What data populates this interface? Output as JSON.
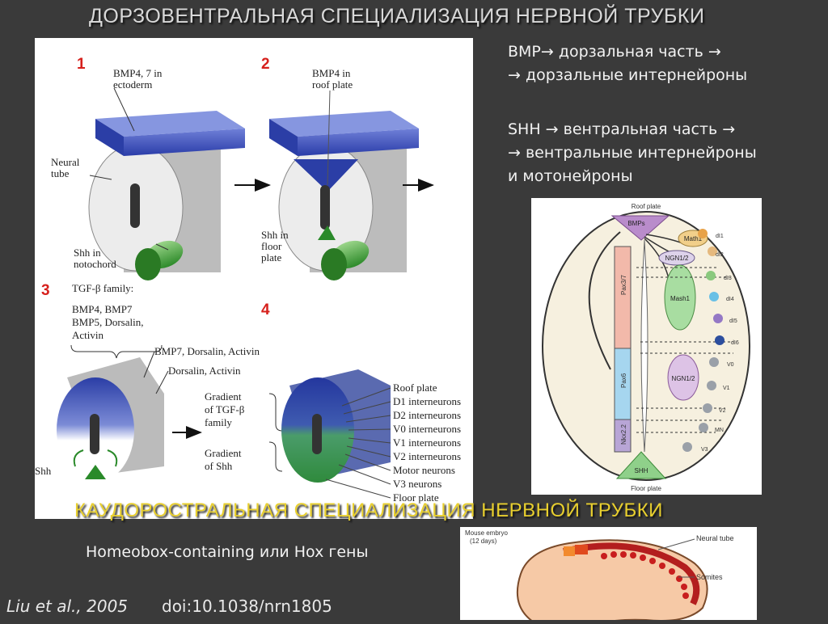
{
  "slide": {
    "title": "ДОРЗОВЕНТРАЛЬНАЯ СПЕЦИАЛИЗАЦИЯ НЕРВНОЙ ТРУБКИ",
    "subtitle": "КАУДОРОСТРАЛЬНАЯ СПЕЦИАЛИЗАЦИЯ НЕРВНОЙ ТРУБКИ",
    "text_lines": [
      "BMP→ дорзальная часть →",
      "→ дорзальные интернейроны",
      "SHH → вентральная часть →",
      "→  вентральные интернейроны",
      "и мотонейроны"
    ],
    "hox_text": "Homeobox-containing или Hox гены",
    "citation": "Liu et al., 2005",
    "doi": "doi:10.1038/nrn1805",
    "colors": {
      "background": "#3a3a3a",
      "title": "#d9d9d9",
      "panel_numbers": "#d6201c"
    }
  },
  "figure": {
    "panel_numbers": [
      "1",
      "2",
      "3",
      "4"
    ],
    "p1_label_bmp": [
      "BMP4, 7 in",
      "ectoderm"
    ],
    "p1_label_tube": [
      "Neural",
      "tube"
    ],
    "p1_label_shh": [
      "Shh in",
      "notochord"
    ],
    "p2_label_bmp": [
      "BMP4 in",
      "roof plate"
    ],
    "p2_label_shh": [
      "Shh in",
      "floor",
      "plate"
    ],
    "p3_family": [
      "TGF-β family:",
      "BMP4, BMP7",
      "BMP5, Dorsalin,",
      "Activin"
    ],
    "p3_labels": [
      "BMP7, Dorsalin, Activin",
      "Dorsalin, Activin"
    ],
    "p3_shh": "Shh",
    "p4_gradients": [
      "Gradient",
      "of TGF-β",
      "family",
      "Gradient",
      "of Shh"
    ],
    "p4_levels": [
      "Roof plate",
      "D1 interneurons",
      "D2 interneurons",
      "V0 interneurons",
      "V1 interneurons",
      "V2 interneurons",
      "Motor neurons",
      "V3 neurons",
      "Floor plate"
    ]
  },
  "domains": {
    "roof": "Roof plate",
    "floor": "Floor plate",
    "bmps": "BMPs",
    "shh": "SHH",
    "bars": [
      "Pax3/7",
      "Pax6",
      "Nkx2.2"
    ],
    "factors": [
      "Math1",
      "NGN1/2",
      "Mash1",
      "NGN1/2"
    ],
    "classes": [
      "dI1",
      "dI2",
      "dI3",
      "dI4",
      "dI5",
      "dI6",
      "V0",
      "V1",
      "V2",
      "MN",
      "V3"
    ]
  },
  "embryo": {
    "caption": [
      "Mouse embryo",
      "(12 days)"
    ],
    "labels": [
      "Neural tube",
      "Somites"
    ]
  }
}
